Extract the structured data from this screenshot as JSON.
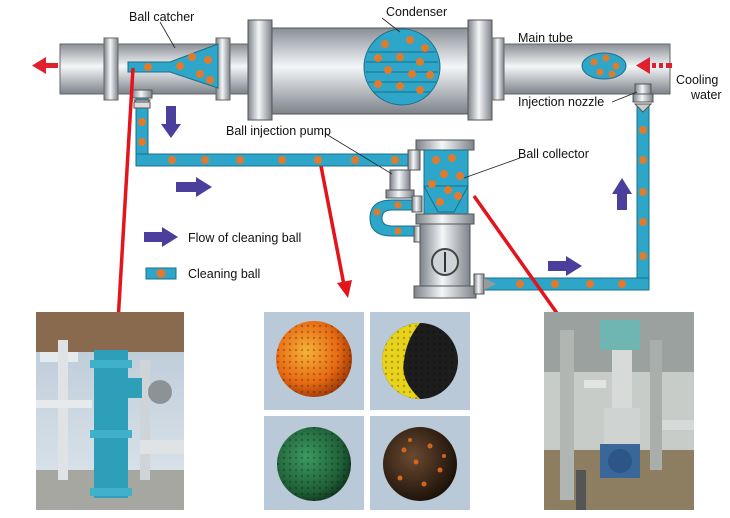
{
  "labels": {
    "ball_catcher": "Ball catcher",
    "condenser": "Condenser",
    "main_tube": "Main tube",
    "cooling_water_1": "Cooling",
    "cooling_water_2": "water",
    "injection_nozzle": "Injection nozzle",
    "ball_injection_pump": "Ball injection pump",
    "ball_collector": "Ball collector"
  },
  "legend": {
    "flow": "Flow of cleaning ball",
    "ball": "Cleaning ball"
  },
  "colors": {
    "pipe_fill": "#2ea6c9",
    "ball": "#e07a2c",
    "flow_arrow": "#4b3f9e",
    "callout_arrow": "#e3141b",
    "cooling_arrow": "#e0202c"
  }
}
